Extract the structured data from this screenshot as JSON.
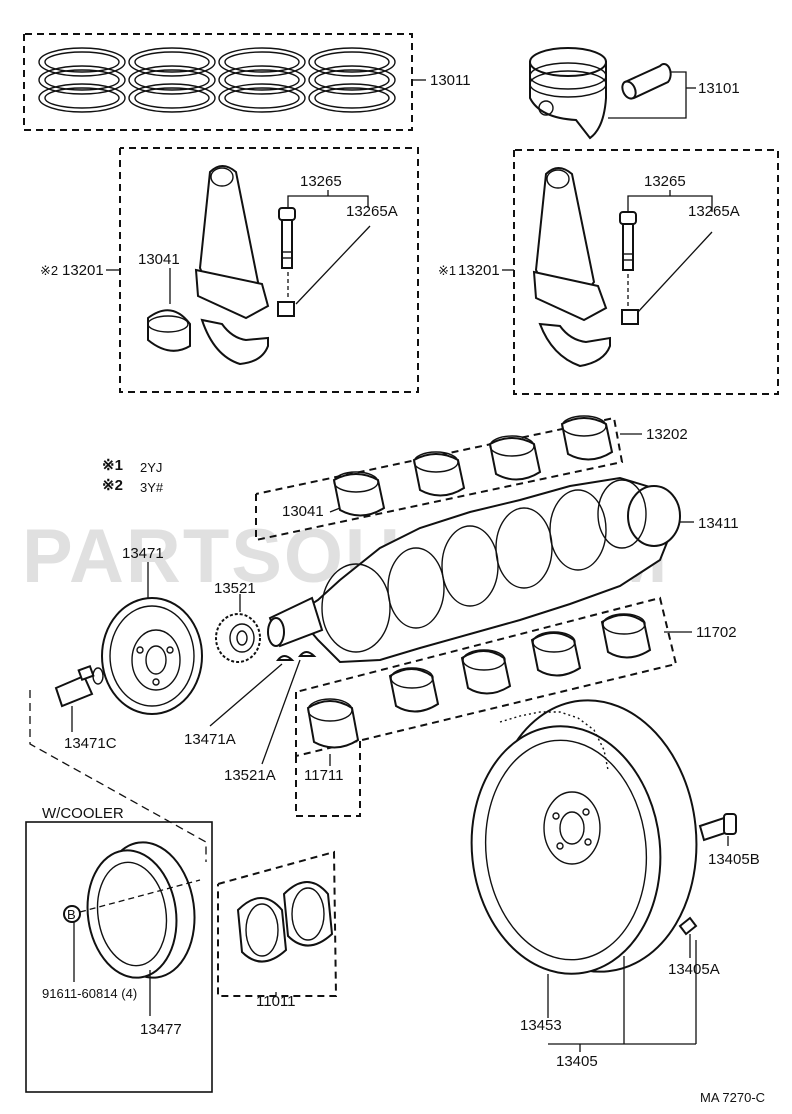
{
  "watermark": "PARTSOUQ.COM",
  "figure_code": "MA 7270-C",
  "legend": {
    "note1_mark": "※1",
    "note1_text": "2YJ",
    "note2_mark": "※2",
    "note2_text": "3Y#"
  },
  "cooler_box_title": "W/COOLER",
  "labels": {
    "p13011": "13011",
    "p13101": "13101",
    "p13265_l": "13265",
    "p13265a_l": "13265A",
    "p13201_l": "13201",
    "p13201_l_mark": "※2",
    "p13041_l": "13041",
    "p13265_r": "13265",
    "p13265a_r": "13265A",
    "p13201_r": "13201",
    "p13201_r_mark": "※1",
    "p13202": "13202",
    "p13041_m": "13041",
    "p13411": "13411",
    "p13471": "13471",
    "p13521": "13521",
    "p11702": "11702",
    "p13471c": "13471C",
    "p13471a": "13471A",
    "p13521a": "13521A",
    "p11711": "11711",
    "p13405b": "13405B",
    "p13405a": "13405A",
    "p13453": "13453",
    "p13405": "13405",
    "p11011": "11011",
    "p91611": "91611-60814 (4)",
    "p13477": "13477",
    "b_mark": "B"
  }
}
